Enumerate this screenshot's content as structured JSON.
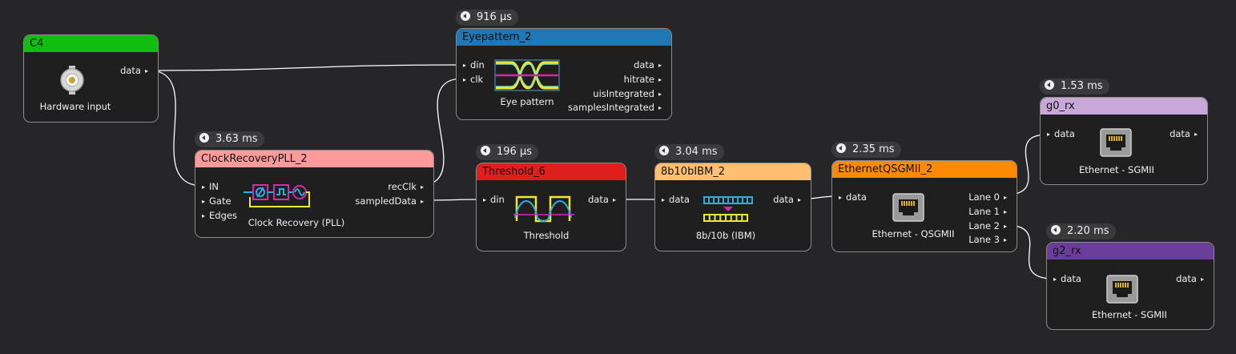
{
  "colors": {
    "c4": "#0fbe0f",
    "eyepattern": "#1f77b4",
    "clockrecovery": "#ff9a9a",
    "threshold": "#e01e1e",
    "ibm8b10b": "#ffbf73",
    "qsgmii": "#ff8a00",
    "g0_rx": "#c8a8d8",
    "g2_rx": "#6a3d9a",
    "wire": "#ffffff"
  },
  "nodes": {
    "c4": {
      "title": "C4",
      "out_ports": [
        "data"
      ],
      "label": "Hardware input",
      "icon": "bnc-connector-icon"
    },
    "eyepattern": {
      "title": "Eyepattern_2",
      "timing": "916 µs",
      "in_ports": [
        "din",
        "clk"
      ],
      "out_ports": [
        "data",
        "hitrate",
        "uisIntegrated",
        "samplesIntegrated"
      ],
      "label": "Eye pattern",
      "icon": "eye-pattern-icon"
    },
    "clockrecovery": {
      "title": "ClockRecoveryPLL_2",
      "timing": "3.63 ms",
      "in_ports": [
        "IN",
        "Gate",
        "Edges"
      ],
      "out_ports": [
        "recClk",
        "sampledData"
      ],
      "label": "Clock Recovery (PLL)",
      "icon": "pll-icon"
    },
    "threshold": {
      "title": "Threshold_6",
      "timing": "196 µs",
      "in_ports": [
        "din"
      ],
      "out_ports": [
        "data"
      ],
      "label": "Threshold",
      "icon": "threshold-waveform-icon"
    },
    "ibm8b10b": {
      "title": "8b10bIBM_2",
      "timing": "3.04 ms",
      "in_ports": [
        "data"
      ],
      "out_ports": [
        "data"
      ],
      "label": "8b/10b (IBM)",
      "icon": "bit-decode-icon"
    },
    "qsgmii": {
      "title": "EthernetQSGMII_2",
      "timing": "2.35 ms",
      "in_ports": [
        "data"
      ],
      "out_ports": [
        "Lane 0",
        "Lane 1",
        "Lane 2",
        "Lane 3"
      ],
      "label": "Ethernet - QSGMII",
      "icon": "ethernet-jack-icon"
    },
    "g0_rx": {
      "title": "g0_rx",
      "timing": "1.53 ms",
      "in_ports": [
        "data"
      ],
      "out_ports": [
        "data"
      ],
      "label": "Ethernet - SGMII",
      "icon": "ethernet-jack-icon"
    },
    "g2_rx": {
      "title": "g2_rx",
      "timing": "2.20 ms",
      "in_ports": [
        "data"
      ],
      "out_ports": [
        "data"
      ],
      "label": "Ethernet - SGMII",
      "icon": "ethernet-jack-icon"
    }
  }
}
